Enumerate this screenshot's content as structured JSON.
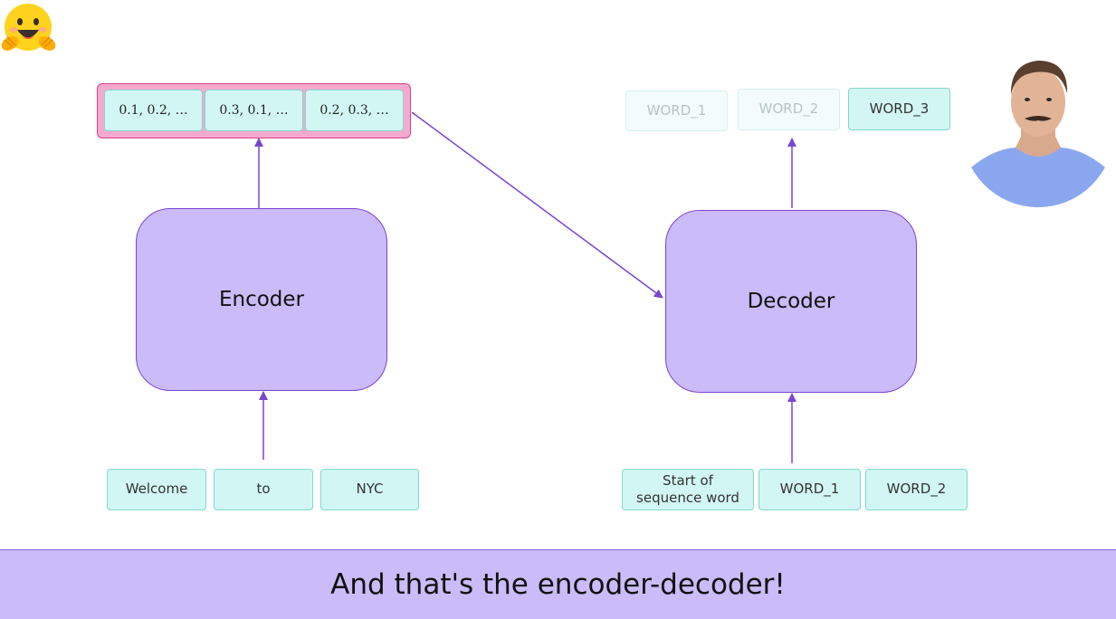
{
  "logo": {
    "icon": "hugging-face-emoji-icon"
  },
  "encoder": {
    "label": "Encoder",
    "inputs": [
      "Welcome",
      "to",
      "NYC"
    ],
    "outputs": [
      "0.1, 0.2, …",
      "0.3, 0.1, …",
      "0.2, 0.3, …"
    ]
  },
  "decoder": {
    "label": "Decoder",
    "inputs": [
      "Start of\nsequence word",
      "WORD_1",
      "WORD_2"
    ],
    "outputs": [
      "WORD_1",
      "WORD_2",
      "WORD_3"
    ]
  },
  "presenter": {
    "icon": "presenter-video-icon"
  },
  "caption": "And that's the encoder-decoder!",
  "colors": {
    "block_fill": "#cbbbf8",
    "block_border": "#7a45d1",
    "token_fill": "#d2f6f3",
    "token_border": "#7fd9cf",
    "vector_fill": "#f5a9cf",
    "vector_border": "#d7438a",
    "arrow": "#7a45d1",
    "caption_bg": "#cbbbf8"
  }
}
